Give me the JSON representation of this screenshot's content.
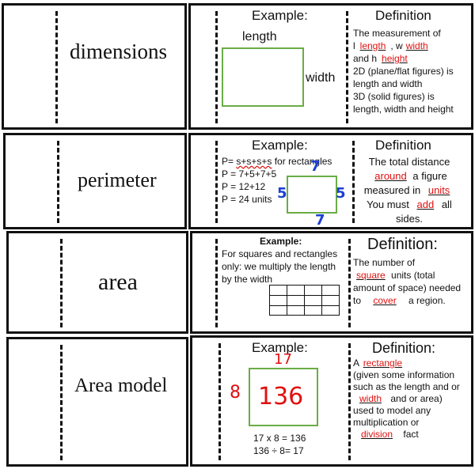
{
  "rows": [
    {
      "term": "dimensions",
      "example_heading": "Example:",
      "example_label_top": "length",
      "example_label_side": "width",
      "def_heading": "Definition",
      "def_line1_pre": "The measurement of",
      "def_line2_a": "l",
      "def_line2_fill1": "length",
      "def_line2_b": ", w",
      "def_line2_fill2": "width",
      "def_line3_a": "and h",
      "def_line3_fill": "height",
      "def_line4": "2D (plane/flat figures) is",
      "def_line5": "length and width",
      "def_line6": "3D (solid figures) is",
      "def_line7": "length, width and height"
    },
    {
      "term": "perimeter",
      "example_heading": "Example:",
      "formula1_pre": "P= ",
      "formula1_mid": "s+s+s+s",
      "formula1_post": " for rectangles",
      "formula2": "P = 7+5+7+5",
      "formula3": "P = 12+12",
      "formula4": "P = 24 units",
      "num_top": "7",
      "num_bottom": "7",
      "num_left": "5",
      "num_right": "5",
      "def_heading": "Definition",
      "def_line1": "The total distance",
      "def_fill1": "around",
      "def_line2_post": " a figure",
      "def_line3_pre": "measured in ",
      "def_fill2": "units",
      "def_line4_pre": "You must ",
      "def_fill3": "add",
      "def_line4_post": " all",
      "def_line5": "sides."
    },
    {
      "term": "area",
      "example_heading": "Example:",
      "ex_line1": "For squares and rectangles",
      "ex_line2": "only: we multiply the length",
      "ex_line3": "by the width",
      "def_heading": "Definition:",
      "def_line1": "The number of",
      "def_fill1": "square",
      "def_line2_post": " units (total",
      "def_line3": "amount of space) needed",
      "def_line4_pre": "to ",
      "def_fill2": "cover",
      "def_line4_post": " a region."
    },
    {
      "term": "Area model",
      "example_heading": "Example:",
      "num_top": "17",
      "num_left": "8",
      "num_center": "136",
      "eq1": "17 x 8 = 136",
      "eq2": "136 ÷ 8= 17",
      "def_heading": "Definition:",
      "def_line1_pre": "A ",
      "def_fill1": "rectangle",
      "def_line2": "(given some information",
      "def_line3": "such as the length and or",
      "def_fill2": "width",
      "def_line4_post": " and or area)",
      "def_line5": "used to model any",
      "def_line6": "multiplication or",
      "def_fill3": "division",
      "def_line7_post": " fact"
    }
  ]
}
